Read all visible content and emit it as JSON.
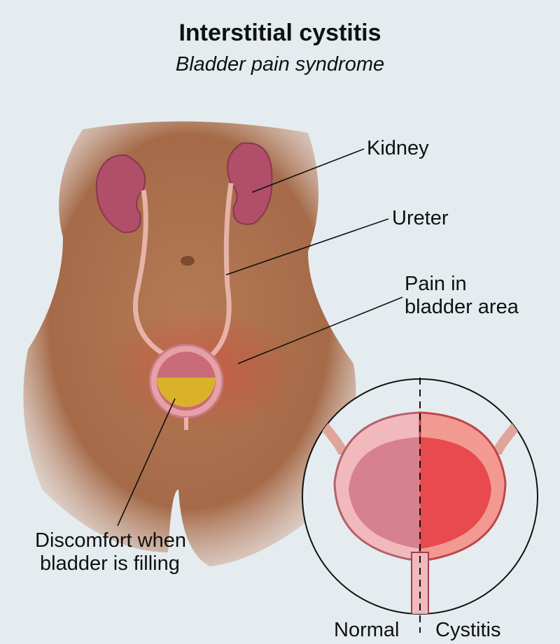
{
  "title": "Interstitial cystitis",
  "subtitle": "Bladder pain syndrome",
  "labels": {
    "kidney": "Kidney",
    "ureter": "Ureter",
    "pain_line1": "Pain in",
    "pain_line2": "bladder area",
    "discomfort_line1": "Discomfort when",
    "discomfort_line2": "bladder is filling",
    "normal": "Normal",
    "cystitis": "Cystitis"
  },
  "colors": {
    "background": "#e5ecf0",
    "skin": "#a9704e",
    "kidney": "#b14f6a",
    "normal_tissue": "#d7808e",
    "cystitis_tissue": "#e84a4e",
    "urine": "#d9b22a"
  }
}
